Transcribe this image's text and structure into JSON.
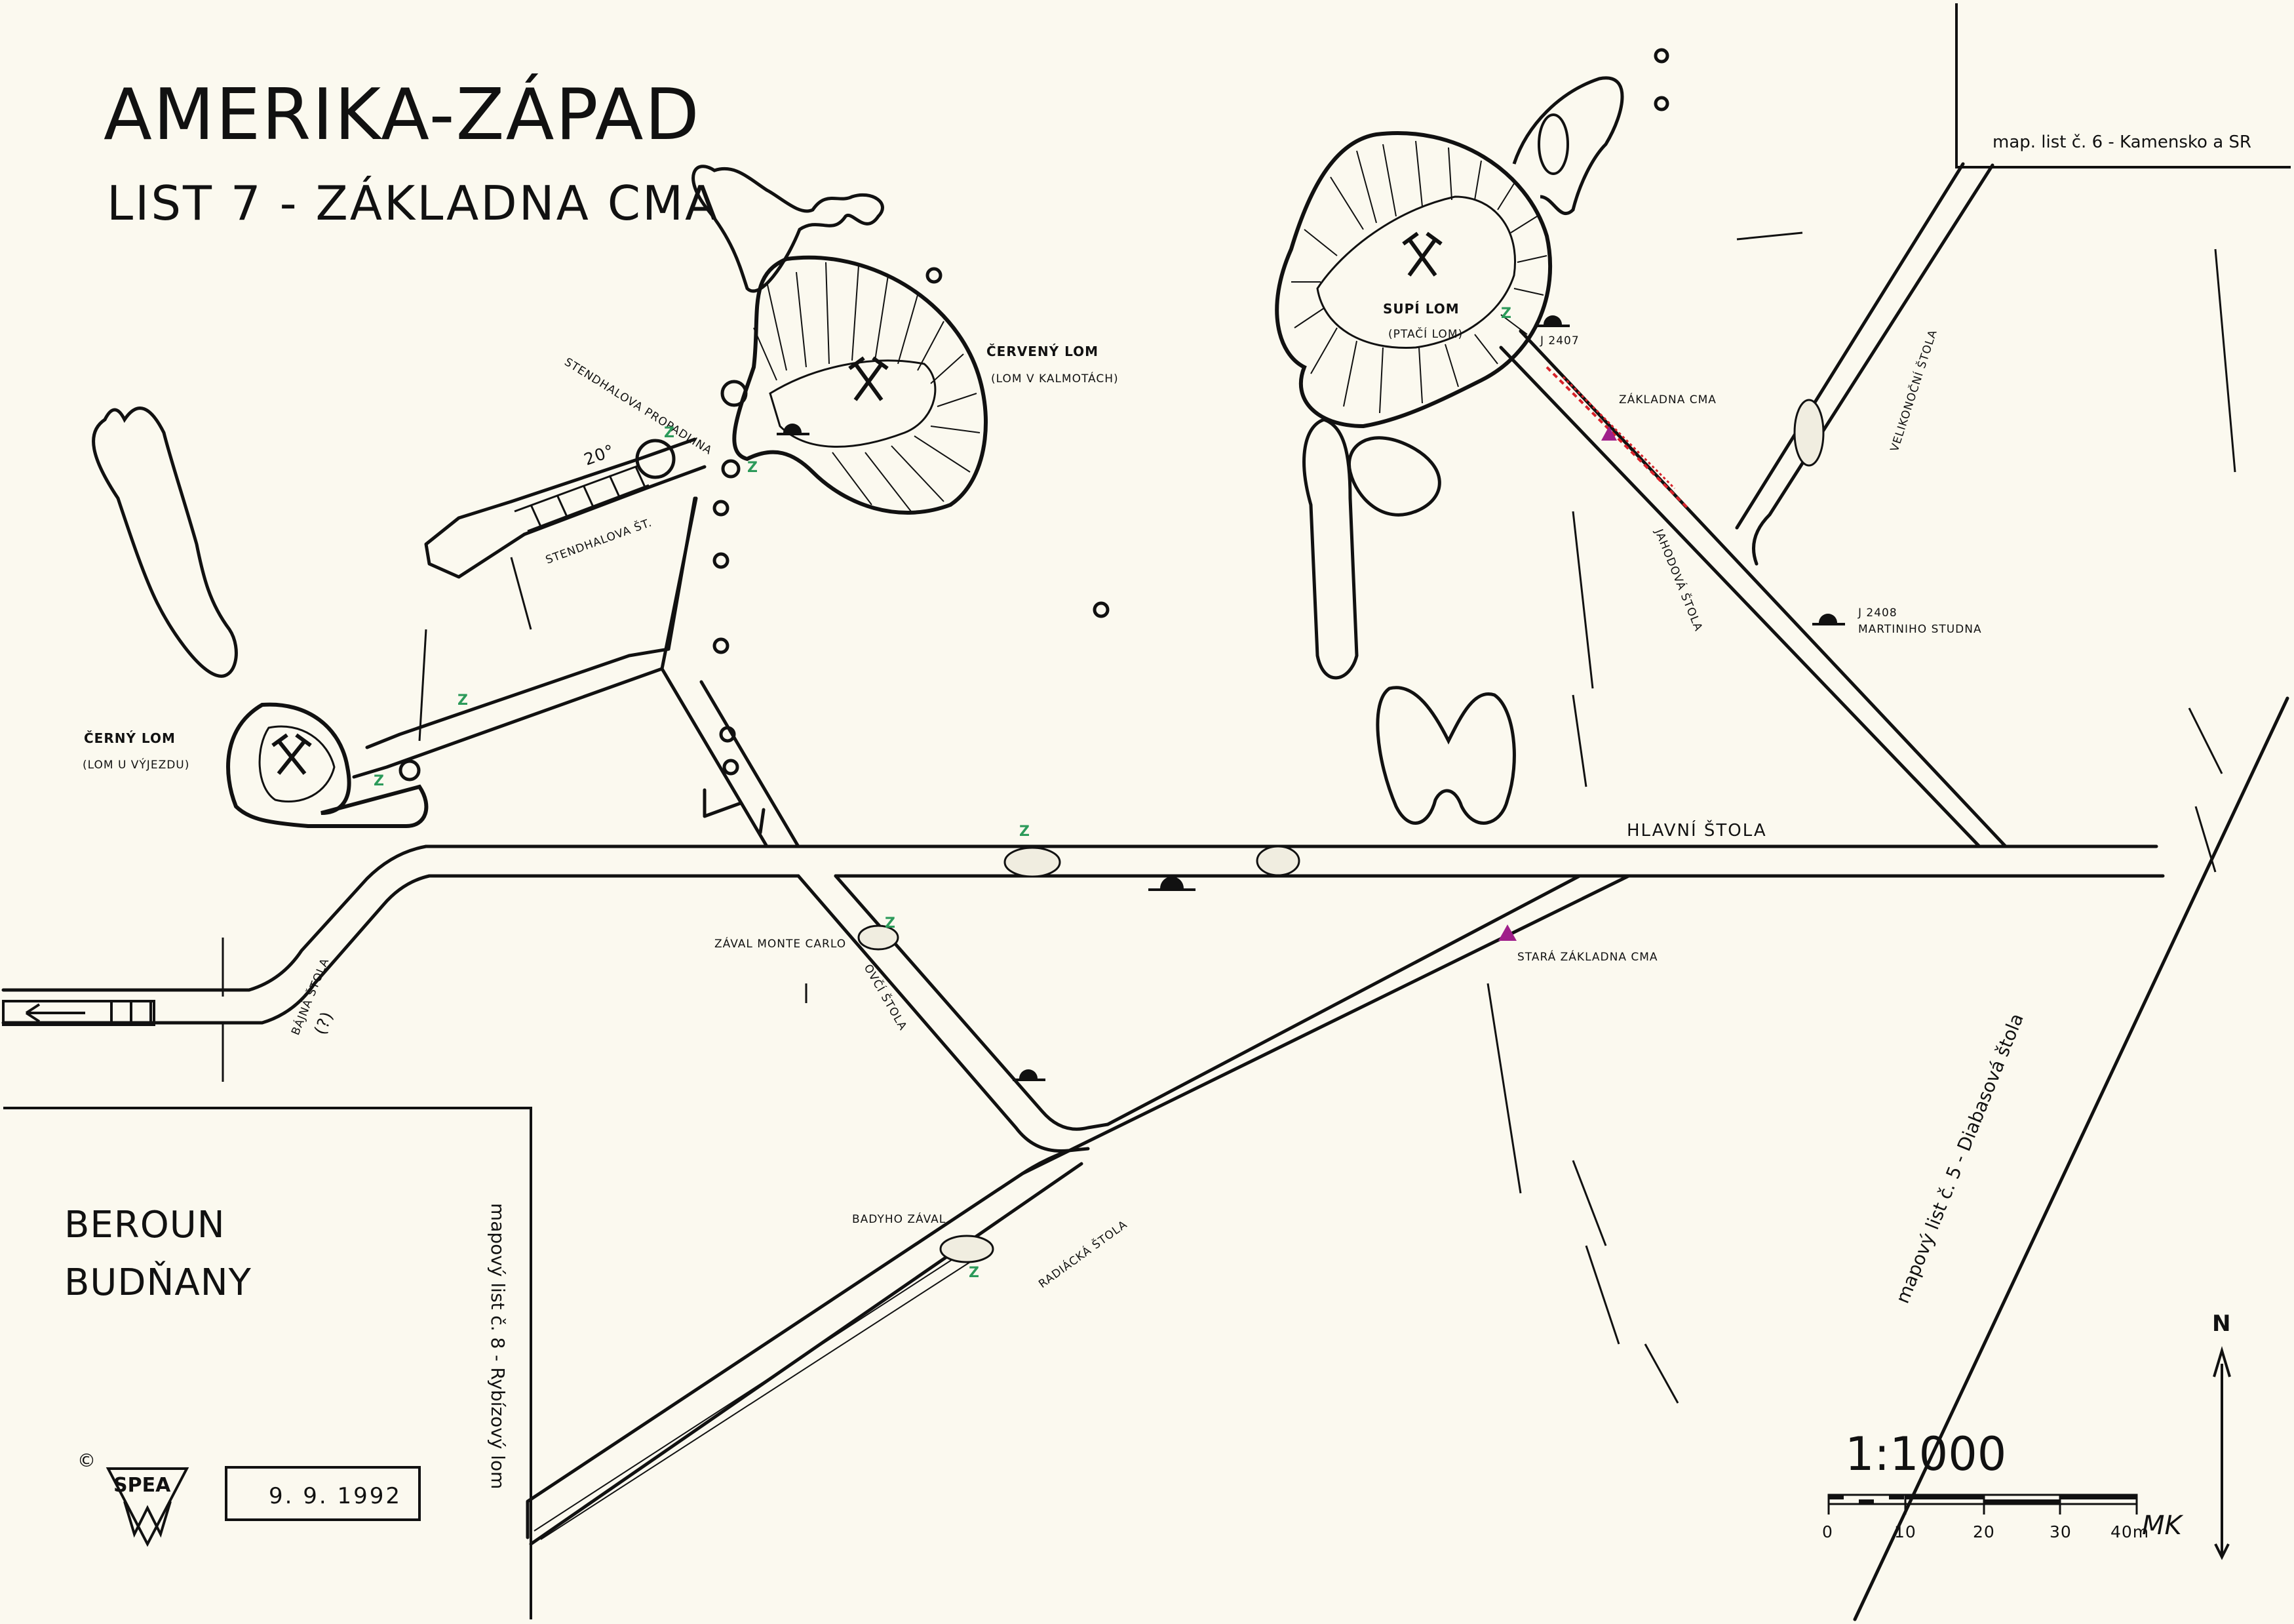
{
  "title": "AMERIKA-ZÁPAD",
  "subtitle": "LIST 7 - ZÁKLADNA CMA",
  "quarries": {
    "cerveny": {
      "name": "ČERVENÝ LOM",
      "alt": "(LOM V KALMOTÁCH)"
    },
    "supi": {
      "name": "SUPÍ LOM",
      "alt": "(PTAČÍ LOM)"
    },
    "cerny": {
      "name": "ČERNÝ LOM",
      "alt": "(LOM U VÝJEZDU)"
    }
  },
  "labels": {
    "stendhalova_propadlina": "STENDHALOVA PROPADLINA",
    "stendhalova_st": "STENDHALOVA ŠT.",
    "angle": "20°",
    "zakladna_cma": "ZÁKLADNA CMA",
    "j2407": "J 2407",
    "j2408": "J 2408",
    "martiniho_studna": "MARTINIHO STUDNA",
    "jahodova_stola": "JAHODOVÁ ŠTOLA",
    "velikonocni_stola": "VELIKONOČNÍ ŠTOLA",
    "hlavni_stola": "HLAVNÍ ŠTOLA",
    "stara_zakladna_cma": "STARÁ ZÁKLADNA CMA",
    "zaval_monte_carlo": "ZÁVAL MONTE CARLO",
    "ovci_stola": "OVČÍ ŠTOLA",
    "bajna_stola": "BÁJNÁ ŠTOLA",
    "radiacka_stola": "RADIÁCKÁ ŠTOLA",
    "badyho_zaval": "BADYHO ZÁVAL",
    "question": "(?)",
    "z": "Z"
  },
  "sheet_refs": {
    "list6": "map. list č. 6 - Kamensko a SR",
    "list5": "mapový list č. 5 - Diabasová štola",
    "list8": "mapový list č. 8 - Rybízový lom"
  },
  "place": {
    "line1": "BEROUN",
    "line2": "BUDŇANY"
  },
  "logo": {
    "copyright": "©",
    "text": "SPEA"
  },
  "date": "9. 9. 1992",
  "scale": {
    "ratio": "1:1000",
    "ticks": [
      "0",
      "10",
      "20",
      "30",
      "40m"
    ],
    "signature": "MK"
  },
  "north": "N",
  "colors": {
    "paper": "#fbf9ef",
    "ink": "#111111",
    "red_marker": "#d8222a",
    "magenta_marker": "#a0208a",
    "green_marker": "#2c9a5a"
  }
}
